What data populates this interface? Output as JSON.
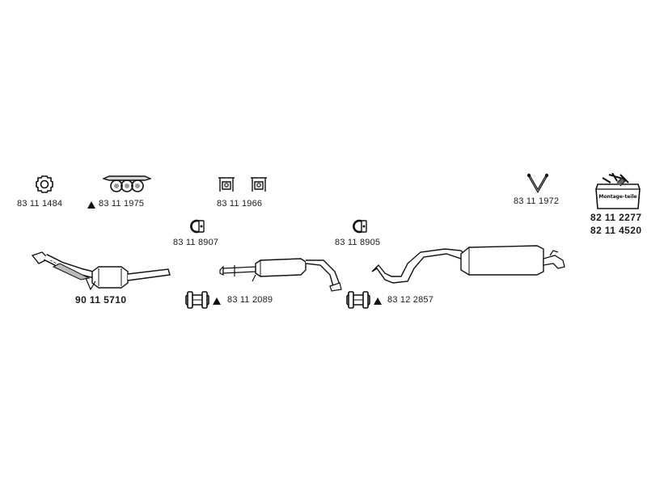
{
  "parts": {
    "gasket": "83 11 1484",
    "gasket_set": "83 11 1975",
    "hangers": "83 11 1966",
    "clamp_v": "83 11 1972",
    "kit_1": "82 11 2277",
    "kit_2": "82 11 4520",
    "ring_clamp_1": "83 11 8907",
    "ring_clamp_2": "83 11 8905",
    "front_pipe_cat": "90 11 5710",
    "sleeve_clamp_1": "83 11 2089",
    "sleeve_clamp_2": "83 12 2857"
  },
  "kit_box_text": "Montage-teile"
}
